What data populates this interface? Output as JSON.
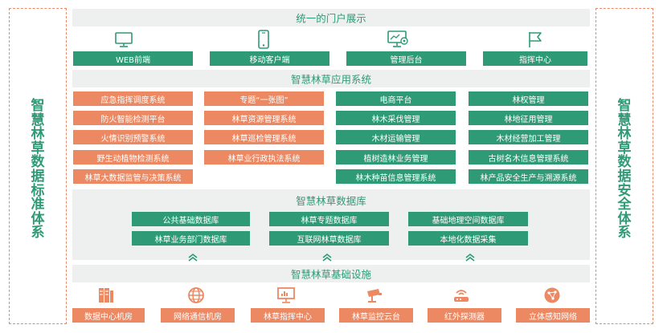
{
  "left_panel": {
    "title": "智慧林草数据标准体系"
  },
  "right_panel": {
    "title": "智慧林草数据安全体系"
  },
  "portal": {
    "title": "统一的门户展示",
    "items": [
      {
        "label": "WEB前端",
        "icon": "monitor-icon"
      },
      {
        "label": "移动客户端",
        "icon": "phone-icon"
      },
      {
        "label": "管理后台",
        "icon": "admin-screen-icon"
      },
      {
        "label": "指挥中心",
        "icon": "flag-icon"
      }
    ]
  },
  "apps": {
    "title": "智慧林草应用系统",
    "orange_col1": [
      "应急指挥调度系统",
      "防火智能检测平台",
      "火情识别预警系统",
      "野生动植物检测系统",
      "林草大数据监管与决策系统"
    ],
    "orange_col2": [
      "专题“一张图”",
      "林草资源管理系统",
      "林草巡检管理系统",
      "林草业行政执法系统"
    ],
    "green_col1": [
      "电商平台",
      "林木采伐管理",
      "木材运输管理",
      "植树造林业务管理",
      "林木种苗信息管理系统"
    ],
    "green_col2": [
      "林权管理",
      "林地征用管理",
      "木材经营加工管理",
      "古树名木信息管理系统",
      "林产品安全生产与溯源系统"
    ]
  },
  "database": {
    "title": "智慧林草数据库",
    "items": [
      "公共基础数据库",
      "林草专题数据库",
      "基础地理空间数据库",
      "林草业务部门数据库",
      "互联网林草数据库",
      "本地化数据采集"
    ]
  },
  "infrastructure": {
    "title": "智慧林草基础设施",
    "items": [
      {
        "label": "数据中心机房",
        "icon": "server-rack-icon"
      },
      {
        "label": "网络通信机房",
        "icon": "globe-icon"
      },
      {
        "label": "林草指挥中心",
        "icon": "command-screen-icon"
      },
      {
        "label": "林草监控云台",
        "icon": "cctv-camera-icon"
      },
      {
        "label": "红外探测器",
        "icon": "infrared-detector-icon"
      },
      {
        "label": "立体感知网络",
        "icon": "sensor-network-icon"
      }
    ]
  },
  "colors": {
    "green": "#2e9a76",
    "orange": "#ec8862",
    "band": "#eef0ef",
    "dashed_border": "#e8896a"
  }
}
